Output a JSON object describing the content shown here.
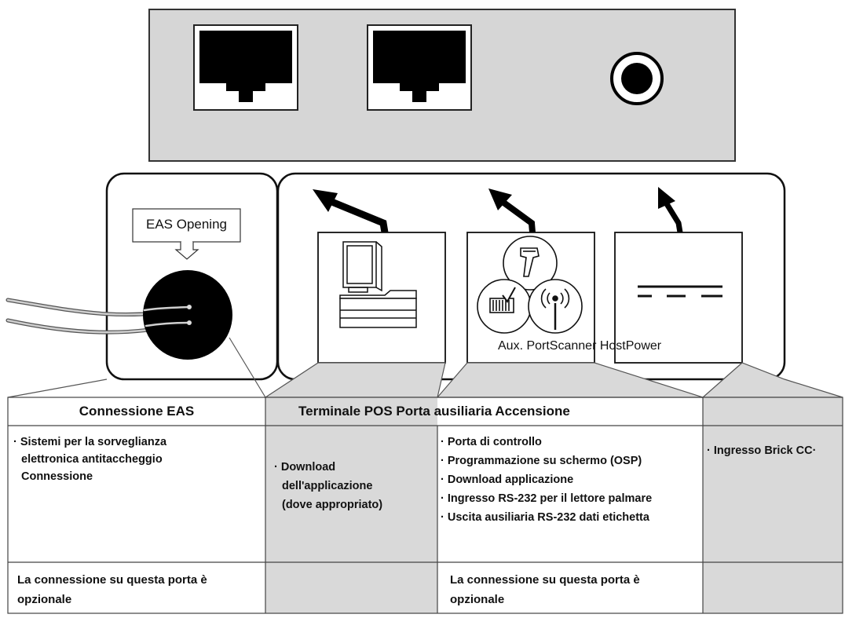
{
  "callout": {
    "eas_opening": "EAS Opening"
  },
  "port_labels": {
    "combined": "Aux. PortScanner HostPower"
  },
  "table": {
    "headers": {
      "eas": "Connessione EAS",
      "group": "Terminale POS Porta ausiliaria Accensione"
    },
    "eas_features": [
      "· Sistemi per la sorveglianza",
      "elettronica antitaccheggio",
      "Connessione"
    ],
    "pos_features": [
      "· Download",
      "dell'applicazione",
      "(dove appropriato)"
    ],
    "aux_features": [
      "· Porta di controllo",
      "· Programmazione su schermo (OSP)",
      "· Download applicazione",
      "· Ingresso RS-232 per il lettore palmare",
      "· Uscita ausiliaria RS-232 dati etichetta"
    ],
    "power_features": [
      "· Ingresso Brick CC·"
    ],
    "eas_note": [
      "La connessione su questa porta è",
      "opzionale"
    ],
    "aux_note": [
      "La connessione su questa porta è",
      "opzionale"
    ]
  }
}
